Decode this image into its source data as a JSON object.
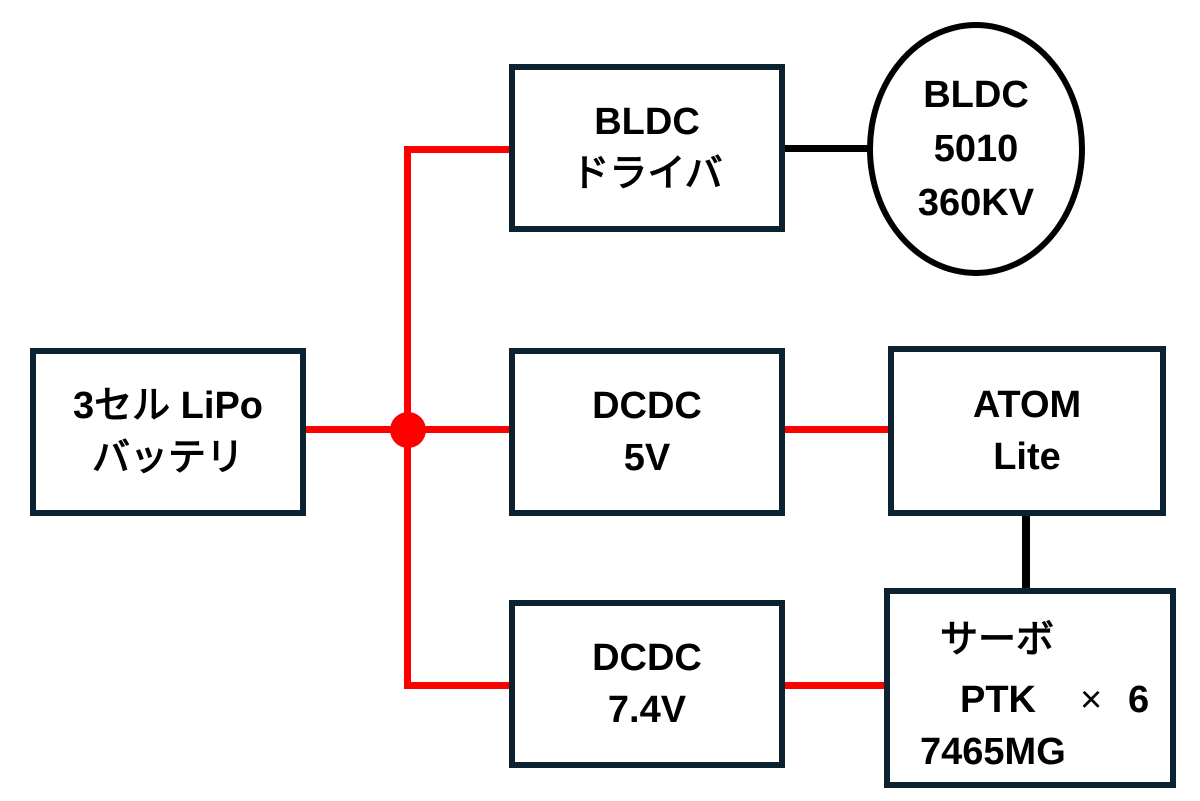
{
  "diagram": {
    "title": "",
    "colors": {
      "power_wire": "#ff0000",
      "signal_wire": "#000000",
      "box_border": "#0c2230",
      "background": "#ffffff"
    },
    "nodes": {
      "battery": {
        "line1": "3セル LiPo",
        "line2": "バッテリ"
      },
      "bldc_driver": {
        "line1": "BLDC",
        "line2": "ドライバ"
      },
      "bldc_motor": {
        "line1": "BLDC",
        "line2": "5010",
        "line3": "360KV"
      },
      "dcdc_5v": {
        "line1": "DCDC",
        "line2": "5V"
      },
      "dcdc_7v4": {
        "line1": "DCDC",
        "line2": "7.4V"
      },
      "atom_lite": {
        "line1": "ATOM",
        "line2": "Lite"
      },
      "servo": {
        "line1": "サーボ",
        "line2": "PTK",
        "multiplier_sign": "×",
        "multiplier_count": "6",
        "line3": "7465MG"
      }
    },
    "connections": [
      {
        "from": "battery",
        "to": "junction",
        "type": "power"
      },
      {
        "from": "junction",
        "to": "bldc_driver",
        "type": "power"
      },
      {
        "from": "junction",
        "to": "dcdc_5v",
        "type": "power"
      },
      {
        "from": "junction",
        "to": "dcdc_7v4",
        "type": "power"
      },
      {
        "from": "bldc_driver",
        "to": "bldc_motor",
        "type": "signal"
      },
      {
        "from": "dcdc_5v",
        "to": "atom_lite",
        "type": "power"
      },
      {
        "from": "dcdc_7v4",
        "to": "servo",
        "type": "power"
      },
      {
        "from": "atom_lite",
        "to": "servo",
        "type": "signal"
      }
    ]
  }
}
